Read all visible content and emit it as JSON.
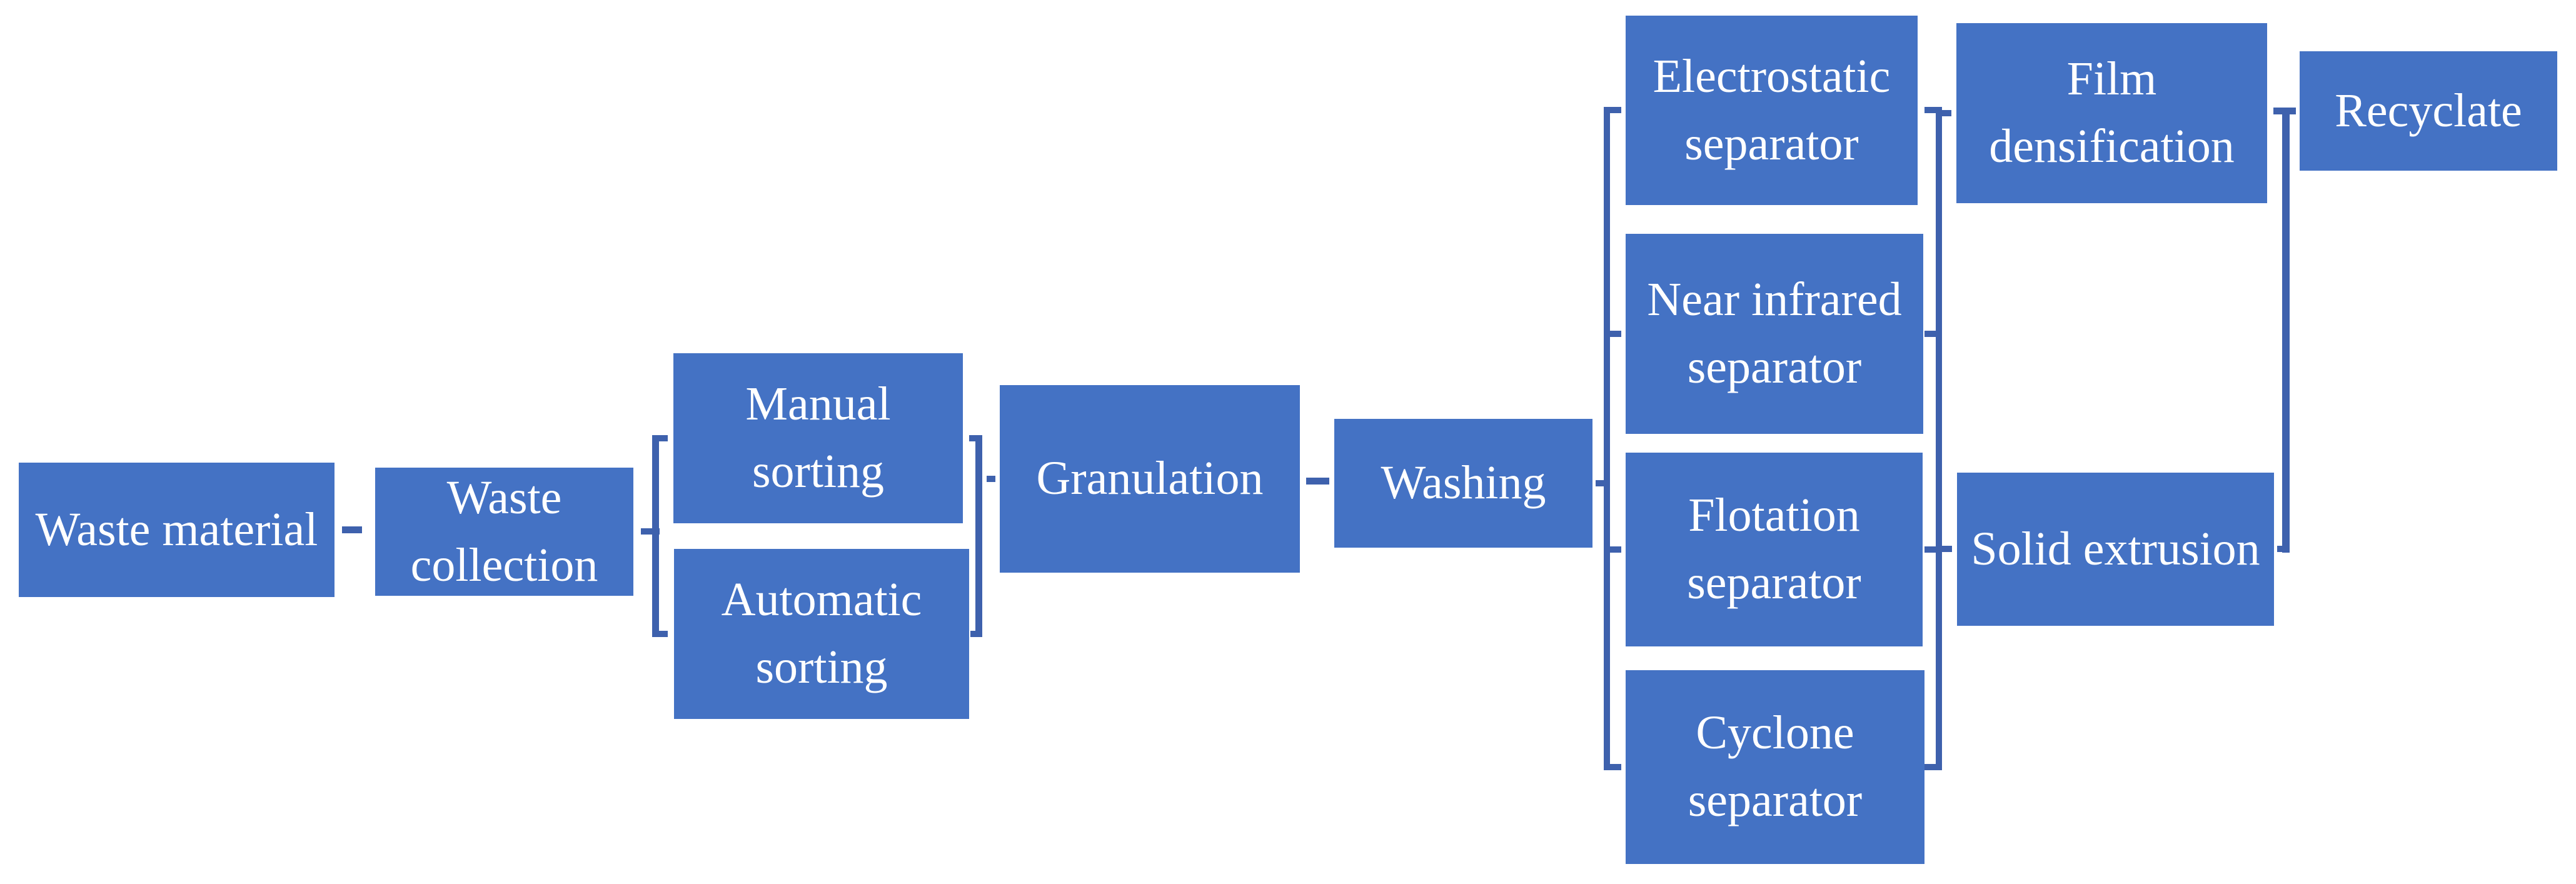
{
  "diagram": {
    "type": "process-flowchart",
    "background": "#ffffff",
    "colors": {
      "box_fill": "#4472C4",
      "connector": "#3E61AD",
      "text": "#FFFFFF"
    },
    "nodes": [
      {
        "id": "waste-material",
        "label": "Waste material"
      },
      {
        "id": "waste-collection",
        "label": "Waste\ncollection"
      },
      {
        "id": "manual-sorting",
        "label": "Manual\nsorting"
      },
      {
        "id": "automatic-sorting",
        "label": "Automatic\nsorting"
      },
      {
        "id": "granulation",
        "label": "Granulation"
      },
      {
        "id": "washing",
        "label": "Washing"
      },
      {
        "id": "electrostatic-separator",
        "label": "Electrostatic\nseparator"
      },
      {
        "id": "near-infrared-separator",
        "label": "Near infrared\nseparator"
      },
      {
        "id": "flotation-separator",
        "label": "Flotation\nseparator"
      },
      {
        "id": "cyclone-separator",
        "label": "Cyclone\nseparator"
      },
      {
        "id": "film-densification",
        "label": "Film\ndensification"
      },
      {
        "id": "solid-extrusion",
        "label": "Solid extrusion"
      },
      {
        "id": "recyclate",
        "label": "Recyclate"
      }
    ],
    "edges": [
      {
        "from": "waste-material",
        "to": "waste-collection"
      },
      {
        "from": "waste-collection",
        "to": "manual-sorting"
      },
      {
        "from": "waste-collection",
        "to": "automatic-sorting"
      },
      {
        "from": "manual-sorting",
        "to": "granulation"
      },
      {
        "from": "automatic-sorting",
        "to": "granulation"
      },
      {
        "from": "granulation",
        "to": "washing"
      },
      {
        "from": "washing",
        "to": "electrostatic-separator"
      },
      {
        "from": "washing",
        "to": "near-infrared-separator"
      },
      {
        "from": "washing",
        "to": "flotation-separator"
      },
      {
        "from": "washing",
        "to": "cyclone-separator"
      },
      {
        "from": "electrostatic-separator",
        "to": "film-densification"
      },
      {
        "from": "near-infrared-separator",
        "to": "film-densification"
      },
      {
        "from": "flotation-separator",
        "to": "solid-extrusion"
      },
      {
        "from": "cyclone-separator",
        "to": "solid-extrusion"
      },
      {
        "from": "film-densification",
        "to": "recyclate"
      },
      {
        "from": "solid-extrusion",
        "to": "recyclate"
      }
    ]
  }
}
